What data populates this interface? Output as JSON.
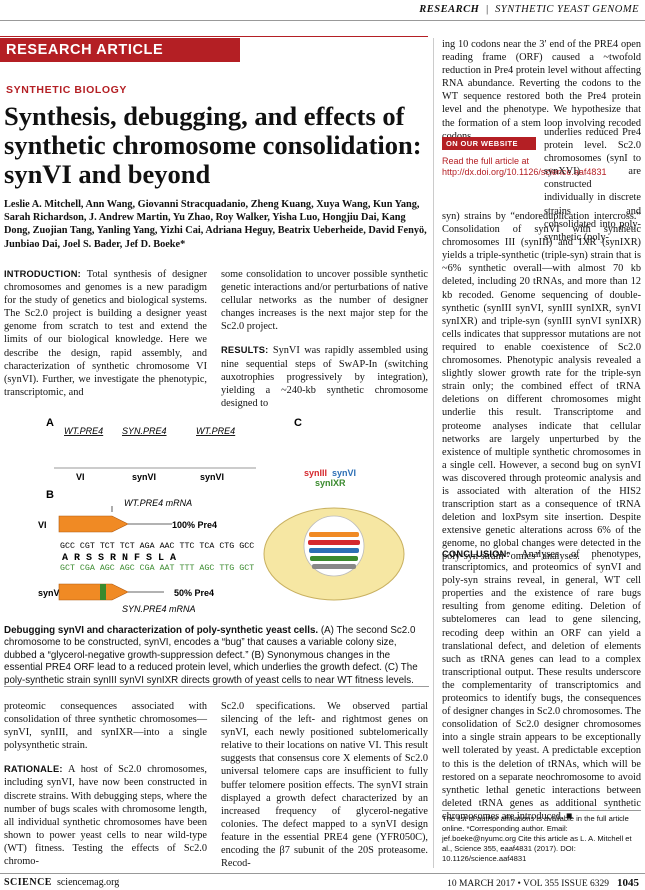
{
  "header": {
    "section": "RESEARCH",
    "series": "SYNTHETIC YEAST GENOME"
  },
  "banner": "RESEARCH ARTICLE SUMMARY",
  "kicker": "SYNTHETIC BIOLOGY",
  "title": "Synthesis, debugging, and effects of synthetic chromosome consolidation: synVI and beyond",
  "authors": "Leslie A. Mitchell, Ann Wang, Giovanni Stracquadanio, Zheng Kuang, Xuya Wang, Kun Yang, Sarah Richardson, J. Andrew Martin, Yu Zhao, Roy Walker, Yisha Luo, Hongjiu Dai, Kang Dong, Zuojian Tang, Yanling Yang, Yizhi Cai, Adriana Heguy, Beatrix Ueberheide, David Fenyö, Junbiao Dai, Joel S. Bader, Jef D. Boeke*",
  "intro": {
    "heading": "INTRODUCTION:",
    "body": " Total synthesis of designer chromosomes and genomes is a new paradigm for the study of genetics and biological systems. The Sc2.0 project is building a designer yeast genome from scratch to test and extend the limits of our biological knowledge. Here we describe the design, rapid assembly, and characterization of synthetic chromosome VI (synVI). Further, we investigate the phenotypic, transcriptomic, and"
  },
  "intro_cont": "some consolidation to uncover possible synthetic genetic interactions and/or perturbations of native cellular networks as the number of designer changes increases is the next major step for the Sc2.0 project.",
  "results": {
    "heading": "RESULTS:",
    "body": " SynVI was rapidly assembled using nine sequential steps of SwAP-In (switching auxotrophies progressively by integration), yielding a ~240-kb synthetic chromosome designed to"
  },
  "results_cont": "proteomic consequences associated with consolidation of three synthetic chromosomes—synVI, synIII, and synIXR—into a single polysynthetic strain.",
  "rationale": {
    "heading": "RATIONALE:",
    "body": " A host of Sc2.0 chromosomes, including synVI, have now been constructed in discrete strains. With debugging steps, where the number of bugs scales with chromosome length, all individual synthetic chromosomes have been shown to power yeast cells to near wild-type (WT) fitness. Testing the effects of Sc2.0 chromo-"
  },
  "mid_right": "Sc2.0 specifications. We observed partial silencing of the left- and rightmost genes on synVI, each newly positioned subtelomerically relative to their locations on native VI. This result suggests that consensus core X elements of Sc2.0 universal telomere caps are insufficient to fully buffer telomere position effects. The synVI strain displayed a growth defect characterized by an increased frequency of glycerol-negative colonies. The defect mapped to a synVI design feature in the essential PRE4 gene (YFR050C), encoding the β7 subunit of the 20S proteasome. Recod-",
  "col3_top": "ing 10 codons near the 3′ end of the PRE4 open reading frame (ORF) caused a ~twofold reduction in Pre4 protein level without affecting RNA abundance. Reverting the codons to the WT sequence restored both the Pre4 protein level and the phenotype. We hypothesize that the formation of a stem loop involving recoded codons",
  "col3_narrow": "underlies reduced Pre4 protein level.   Sc2.0 chromosomes (synI to synXVI) are constructed individually in discrete strains and consolidated into poly-synthetic (poly-",
  "col3_main": "syn) strains by “endoreduplication intercross.” Consolidation of synVI with synthetic chromosomes III (synIII) and IXR (synIXR) yields a triple-synthetic (triple-syn) strain that is ~6% synthetic overall—with almost 70 kb deleted, including 20 tRNAs, and more than 12 kb recoded. Genome sequencing of double-synthetic (synIII synVI, synIII synIXR, synVI synIXR) and triple-syn (synIII synVI synIXR) cells indicates that suppressor mutations are not required to enable coexistence of Sc2.0 chromosomes. Phenotypic analysis revealed a slightly slower growth rate for the triple-syn strain only; the combined effect of tRNA deletions on different chromosomes might underlie this result. Transcriptome and proteome analyses indicate that cellular networks are largely unperturbed by the existence of multiple synthetic chromosomes in a single cell. However, a second bug on synVI was discovered through proteomic analysis and is associated with alteration of the HIS2 transcription start as a consequence of tRNA deletion and loxPsym site insertion. Despite extensive genetic alterations across 6% of the genome, no global changes were detected in the poly-syn strain “omics” analyses.",
  "conclusion": {
    "heading": "CONCLUSION:",
    "body": " Analyses of phenotypes, transcriptomics, and proteomics of synVI and poly-syn strains reveal, in general, WT cell properties and the existence of rare bugs resulting from genome editing. Deletion of subtelomeres can lead to gene silencing, recoding deep within an ORF can yield a translational defect, and deletion of elements such as tRNA genes can lead to a complex transcriptional output. These results underscore the complementarity of transcriptomics and proteomics to identify bugs, the consequences of designer changes in Sc2.0 chromosomes. The consolidation of Sc2.0 designer chromosomes into a single strain appears to be exceptionally well tolerated by yeast. A predictable exception to this is the deletion of tRNAs, which will be restored on a separate neochromosome to avoid synthetic lethal genetic interactions between deleted tRNA genes as additional synthetic chromosomes are introduced. ■"
  },
  "website": {
    "label": "ON OUR WEBSITE",
    "text": "Read the full article at http://dx.doi.org/10.1126/science.aaf4831"
  },
  "figure": {
    "panel_a": "A",
    "panel_b": "B",
    "panel_c": "C",
    "wt_pre4": "WT.PRE4",
    "syn_pre4": "SYN.PRE4",
    "wt_pre4_2": "WT.PRE4",
    "lab_vi": "VI",
    "lab_synvi": "synVI",
    "lab_synvi2": "synVI",
    "c_synIII": "synIII",
    "c_synVI": "synVI",
    "c_synIXR": "synIXR",
    "b_wt_mrna": "WT.PRE4 mRNA",
    "b_100": "100% Pre4",
    "b_vi": "VI",
    "b_synvi": "synVI",
    "codons": "GCC CGT TCT TCT AGA AAC TTC TCA CTG GCC",
    "aa": "A   R   S   S   R   N   F   S   L   A",
    "codons_syn": "GCT CGA AGC AGC CGA AAT TTT AGC TTG GCT",
    "b_50": "50% Pre4",
    "b_syn_mrna": "SYN.PRE4 mRNA",
    "colors": {
      "orange": "#f08a24",
      "green": "#3a8a2e",
      "red": "#d5282e",
      "blue": "#2c6fb5",
      "yeast": "#f6e7a3"
    }
  },
  "caption": {
    "bold": "Debugging synVI and characterization of poly-synthetic yeast cells.",
    "body": " (A) The second Sc2.0 chromosome to be constructed, synVI, encodes a “bug” that causes a variable colony size, dubbed a “glycerol-negative growth-suppression defect.” (B) Synonymous changes in the essential PRE4 ORF lead to a reduced protein level, which underlies the growth defect. (C) The poly-synthetic strain synIII synVI synIXR directs growth of yeast cells to near WT fitness levels."
  },
  "footnote": "The list of author affiliations is available in the full article online. *Corresponding author. Email: jef.boeke@nyumc.org Cite this article as L. A. Mitchell et al., Science 355, eaaf4831 (2017). DOI: 10.1126/science.aaf4831",
  "footer": {
    "journal": "SCIENCE",
    "site": "sciencemag.org",
    "date": "10 MARCH 2017 • VOL 355 ISSUE 6329",
    "page": "1045"
  }
}
